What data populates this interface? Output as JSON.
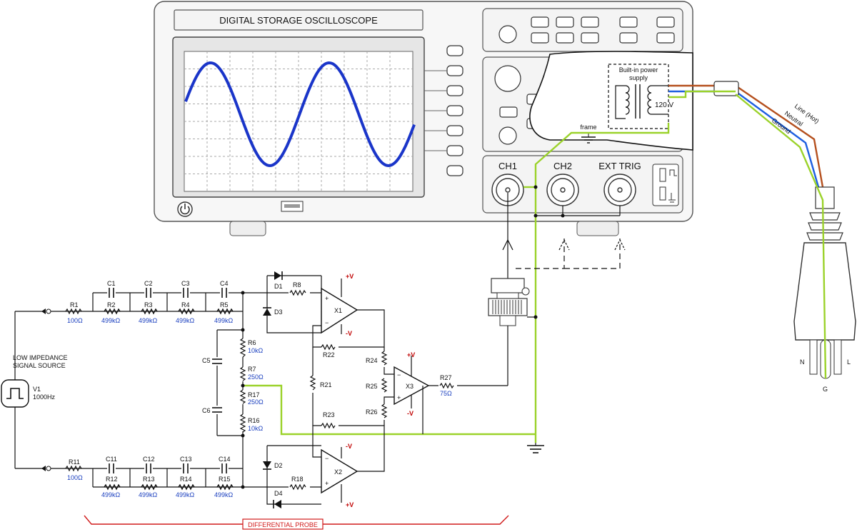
{
  "scope": {
    "title": "DIGITAL STORAGE OSCILLOSCOPE",
    "ch1": "CH1",
    "ch2": "CH2",
    "ext_trig": "EXT TRIG",
    "power_supply_line1": "Built-in power",
    "power_supply_line2": "supply",
    "voltage": "120 V",
    "frame": "frame"
  },
  "mains": {
    "line": "Line (Hot)",
    "neutral": "Neutral",
    "ground": "Ground",
    "n": "N",
    "l": "L",
    "g": "G"
  },
  "source": {
    "label_line1": "LOW IMPEDANCE",
    "label_line2": "SIGNAL SOURCE",
    "name": "V1",
    "freq": "1000Hz"
  },
  "components": {
    "R1": "R1",
    "R1v": "100Ω",
    "R2": "R2",
    "R3": "R3",
    "R4": "R4",
    "R5": "R5",
    "Rv499": "499kΩ",
    "C1": "C1",
    "C2": "C2",
    "C3": "C3",
    "C4": "C4",
    "C5": "C5",
    "C6": "C6",
    "R6": "R6",
    "R6v": "10kΩ",
    "R7": "R7",
    "R7v": "250Ω",
    "R17": "R17",
    "R17v": "250Ω",
    "R16": "R16",
    "R16v": "10kΩ",
    "R11": "R11",
    "R11v": "100Ω",
    "R12": "R12",
    "R13": "R13",
    "R14": "R14",
    "R15": "R15",
    "C11": "C11",
    "C12": "C12",
    "C13": "C13",
    "C14": "C14",
    "D1": "D1",
    "D2": "D2",
    "D3": "D3",
    "D4": "D4",
    "R8": "R8",
    "R18": "R18",
    "X1": "X1",
    "X2": "X2",
    "X3": "X3",
    "R21": "R21",
    "R22": "R22",
    "R23": "R23",
    "R24": "R24",
    "R25": "R25",
    "R26": "R26",
    "R27": "R27",
    "R27v": "75Ω",
    "vpos": "+V",
    "vneg": "-V",
    "plus": "+",
    "minus": "−"
  },
  "probe_label": "DIFFERENTIAL PROBE"
}
